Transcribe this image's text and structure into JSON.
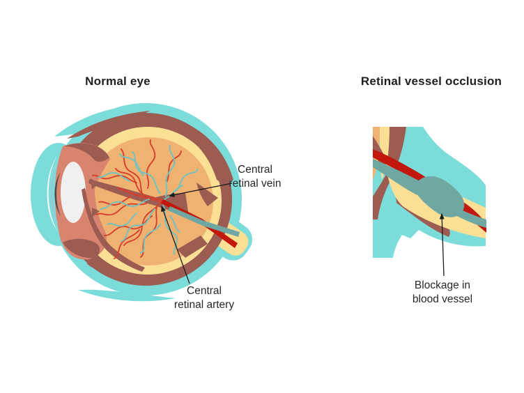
{
  "panels": {
    "left": {
      "title": "Normal eye"
    },
    "right": {
      "title": "Retinal vessel occlusion"
    }
  },
  "labels": {
    "vein": {
      "line1": "Central",
      "line2": "retinal vein"
    },
    "artery": {
      "line1": "Central",
      "line2": "retinal artery"
    },
    "blockage": {
      "line1": "Blockage in",
      "line2": "blood vessel"
    }
  },
  "colors": {
    "background": "#ffffff",
    "teal": "#7cdcda",
    "maroon": "#9c5c52",
    "salmon": "#d8846e",
    "yellow": "#fbdf95",
    "orange": "#efb271",
    "artery_red": "#d6402c",
    "deep_red": "#c1170c",
    "vein_teal": "#6fc2c0",
    "nerve_vein": "#6fa7a2",
    "lens_white": "#f0f0f0",
    "chamber_white": "#f3f7f8",
    "cornea_blue": "#9cc3db",
    "pupil_dark": "#4c4c4c",
    "line_dark": "#1a1a1a",
    "text": "#272727"
  }
}
